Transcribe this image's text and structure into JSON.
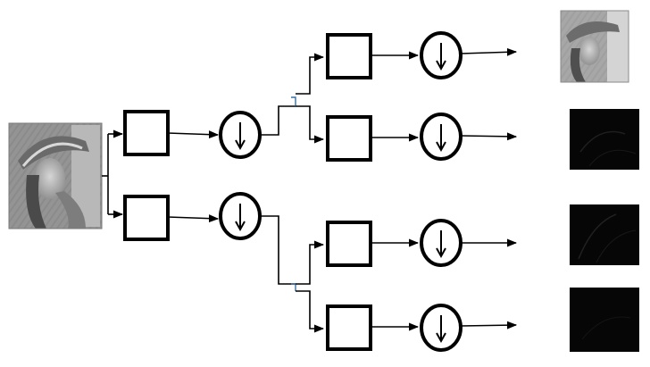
{
  "diagram": {
    "title": "",
    "input": {
      "icon": "grayscale-portrait-image"
    },
    "stage1": [
      {
        "filter": "filter-box",
        "downsample": "downsample-operator"
      },
      {
        "filter": "filter-box",
        "downsample": "downsample-operator"
      }
    ],
    "stage2": [
      {
        "filter": "filter-box",
        "downsample": "downsample-operator"
      },
      {
        "filter": "filter-box",
        "downsample": "downsample-operator"
      },
      {
        "filter": "filter-box",
        "downsample": "downsample-operator"
      },
      {
        "filter": "filter-box",
        "downsample": "downsample-operator"
      }
    ],
    "outputs": [
      {
        "icon": "approximation-subband-image"
      },
      {
        "icon": "detail-subband-image"
      },
      {
        "icon": "detail-subband-image"
      },
      {
        "icon": "detail-subband-image"
      }
    ],
    "colors": {
      "stroke": "#000000",
      "background": "#ffffff",
      "connector_accent": "#3a6ea5",
      "detail_subband_fill": "#060606"
    }
  }
}
